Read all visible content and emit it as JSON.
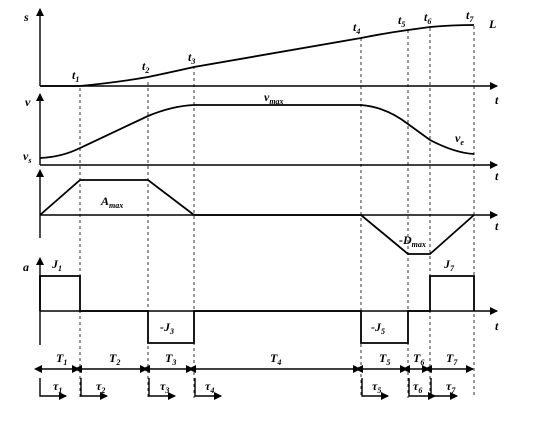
{
  "diagram": {
    "panels": {
      "position": {
        "y_label": "s",
        "x_label": "t",
        "end_label": "L",
        "time_markers": [
          {
            "base": "t",
            "sub": "1"
          },
          {
            "base": "t",
            "sub": "2"
          },
          {
            "base": "t",
            "sub": "3"
          },
          {
            "base": "t",
            "sub": "4"
          },
          {
            "base": "t",
            "sub": "5"
          },
          {
            "base": "t",
            "sub": "6"
          },
          {
            "base": "t",
            "sub": "7"
          }
        ]
      },
      "velocity": {
        "y_label": "v",
        "x_label": "t",
        "start_label": {
          "base": "v",
          "sub": "s"
        },
        "max_label": {
          "base": "v",
          "sub": "max"
        },
        "end_label": {
          "base": "v",
          "sub": "e"
        }
      },
      "acceleration": {
        "x_label": "t",
        "accel_label": {
          "base": "A",
          "sub": "max"
        },
        "decel_label": {
          "base": "-D",
          "sub": "max"
        }
      },
      "jerk": {
        "y_label": "a",
        "x_label": "t",
        "pulse_labels": [
          {
            "base": "J",
            "sub": "1"
          },
          {
            "base": "-J",
            "sub": "3"
          },
          {
            "base": "-J",
            "sub": "5"
          },
          {
            "base": "J",
            "sub": "7"
          }
        ]
      }
    },
    "durations": [
      {
        "base": "T",
        "sub": "1"
      },
      {
        "base": "T",
        "sub": "2"
      },
      {
        "base": "T",
        "sub": "3"
      },
      {
        "base": "T",
        "sub": "4"
      },
      {
        "base": "T",
        "sub": "5"
      },
      {
        "base": "T",
        "sub": "6"
      },
      {
        "base": "T",
        "sub": "7"
      }
    ],
    "local_times": [
      {
        "base": "τ",
        "sub": "1"
      },
      {
        "base": "τ",
        "sub": "2"
      },
      {
        "base": "τ",
        "sub": "3"
      },
      {
        "base": "τ",
        "sub": "4"
      },
      {
        "base": "τ",
        "sub": "5"
      },
      {
        "base": "τ",
        "sub": "6"
      },
      {
        "base": "τ",
        "sub": "7"
      }
    ]
  }
}
